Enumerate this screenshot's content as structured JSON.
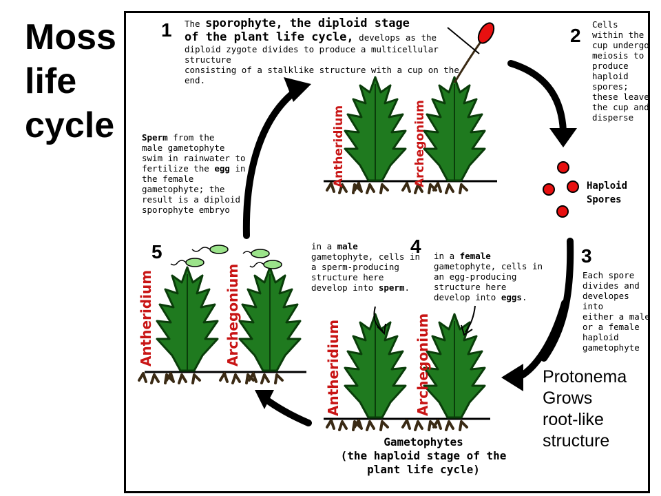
{
  "title": [
    "Moss",
    "life",
    "cycle"
  ],
  "numbers": {
    "n1": "1",
    "n2": "2",
    "n3": "3",
    "n4": "4",
    "n5": "5"
  },
  "notes": {
    "step1_line1_pre": "The",
    "step1_line1_big": "sporophyte, the diploid stage",
    "step1_line2_big": "of the plant life cycle,",
    "step1_line2_rest": "develops as the",
    "step1_line3": "diploid zygote divides to produce a multicellular structure",
    "step1_line4": "consisting of a stalklike structure with a cup on the end.",
    "step2": [
      "Cells",
      "within the",
      "cup undergo",
      "meiosis to",
      "produce",
      "haploid",
      "spores;",
      "these leave",
      "the cup and",
      "disperse"
    ],
    "step5_bold": "Sperm",
    "step5_first": " from the",
    "step5_lines": [
      "male gametophyte",
      "swim in rainwater to"
    ],
    "step5_fert_pre": "fertilize the ",
    "step5_fert_bold": "egg",
    "step5_fert_post": " in",
    "step5_rest": [
      "the female",
      "gametophyte; the",
      "result is a diploid",
      "sporophyte embryo"
    ],
    "step4_male_pre": "in a ",
    "step4_male_bold": "male",
    "step4_male_lines": [
      "gametophyte, cells in",
      "a sperm-producing",
      "structure here"
    ],
    "step4_male_last_pre": "develop into ",
    "step4_male_last_bold": "sperm",
    "step4_male_last_post": ".",
    "step4_female_pre": "in a ",
    "step4_female_bold": "female",
    "step4_female_lines": [
      "gametophyte, cells in",
      "an egg-producing",
      "structure here"
    ],
    "step4_female_last_pre": "develop into ",
    "step4_female_last_bold": "eggs",
    "step4_female_last_post": ".",
    "step3": [
      "Each spore",
      "divides and",
      "developes into",
      "either a male",
      "or a female",
      "haploid",
      "gametophyte"
    ]
  },
  "haploid_spores": [
    "Haploid",
    "Spores"
  ],
  "gametophytes": [
    "Gametophytes",
    "(the haploid stage of the",
    "plant life cycle)"
  ],
  "side_note": [
    "Protonema",
    "Grows",
    "root-like",
    "structure"
  ],
  "labels": {
    "antheridium": "Antheridium",
    "archegonium": "Archegonium"
  },
  "colors": {
    "plant": "#1f7a1f",
    "plant_dark": "#0a3d0a",
    "label_red": "#c81414",
    "spore": "#e81010",
    "sperm": "#9be38a"
  }
}
